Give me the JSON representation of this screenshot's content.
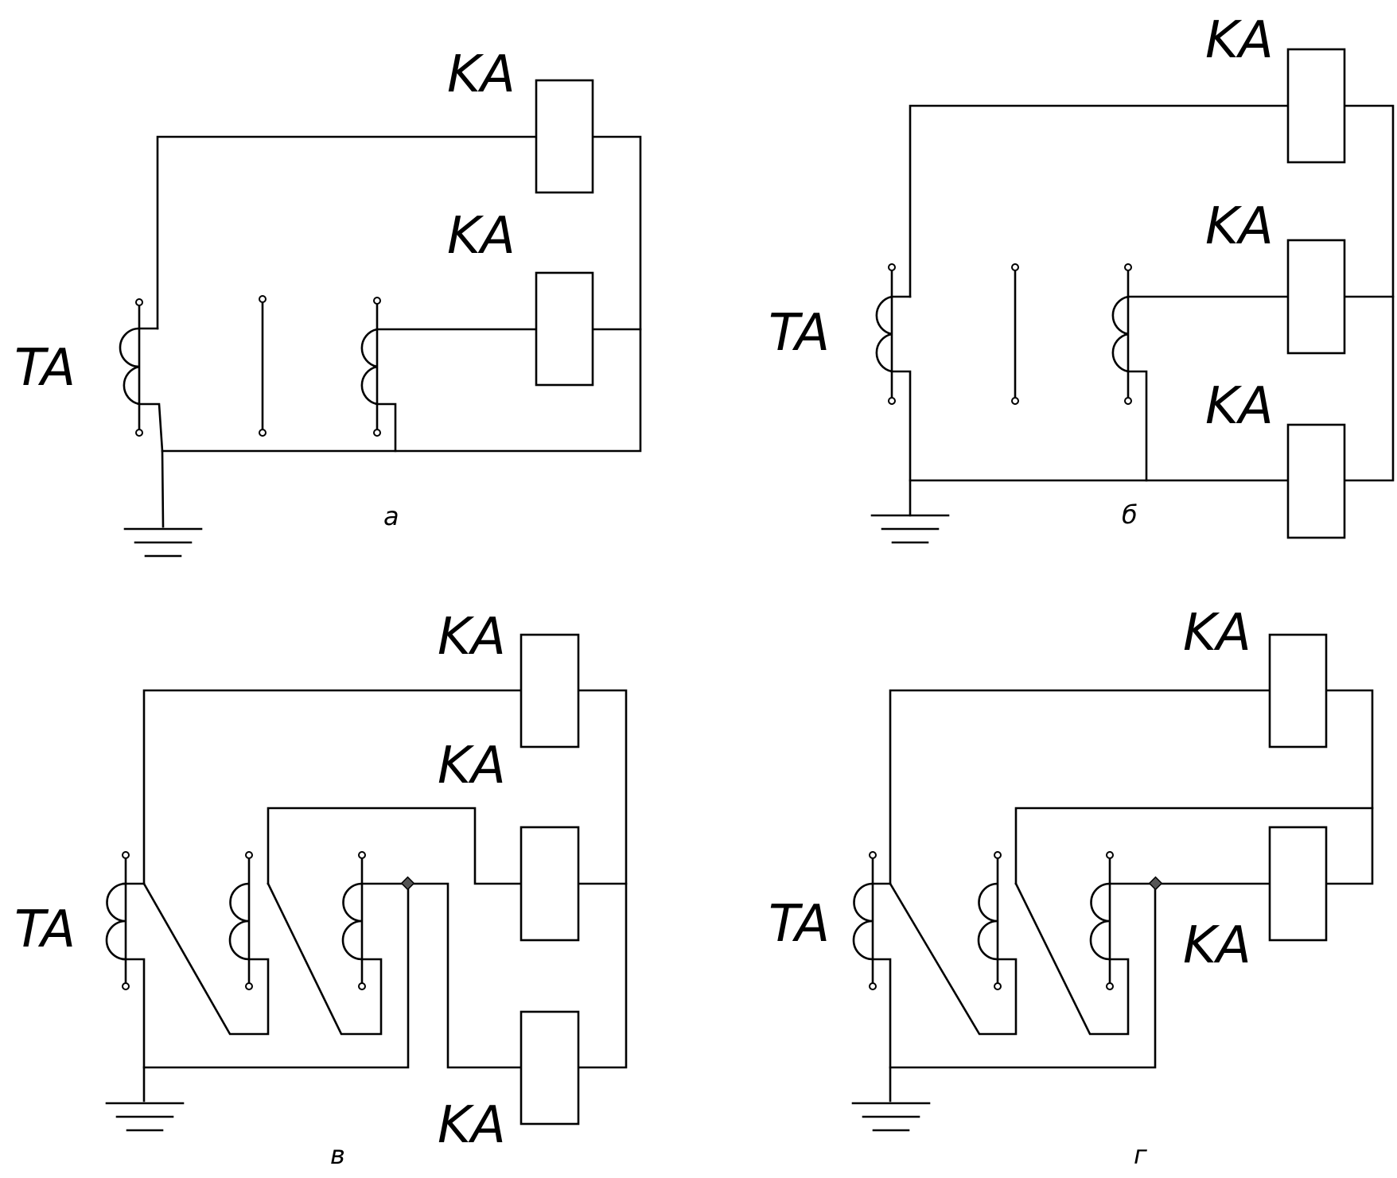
{
  "relay_label": "KA",
  "transformer_label": "TA",
  "panels": [
    {
      "id": "a",
      "caption": "а"
    },
    {
      "id": "b",
      "caption": "б"
    },
    {
      "id": "c",
      "caption": "в"
    },
    {
      "id": "d",
      "caption": "г"
    }
  ]
}
